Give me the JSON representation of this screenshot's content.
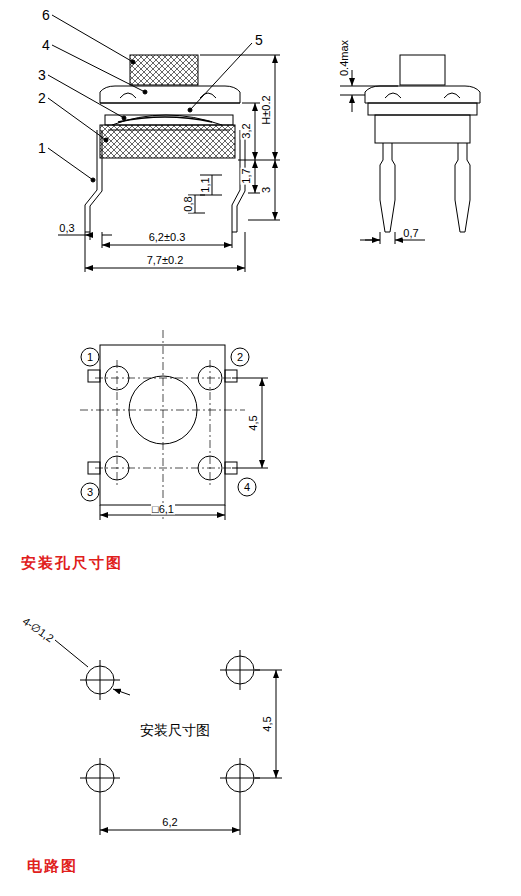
{
  "diagram": {
    "labels": [
      "6",
      "4",
      "5",
      "3",
      "2",
      "1",
      "0,3",
      "6,2±0.3",
      "7,7±0.2",
      "3,2",
      "H±0.2",
      "1,7",
      "3",
      "1,1",
      "0,8",
      "0.4max",
      "0,7",
      "1",
      "2",
      "3",
      "4",
      "4,5",
      "□6,1",
      "安装孔尺寸图",
      "4-∅1,2",
      "安装尺寸图",
      "4,5",
      "6,2",
      "电路图"
    ]
  }
}
